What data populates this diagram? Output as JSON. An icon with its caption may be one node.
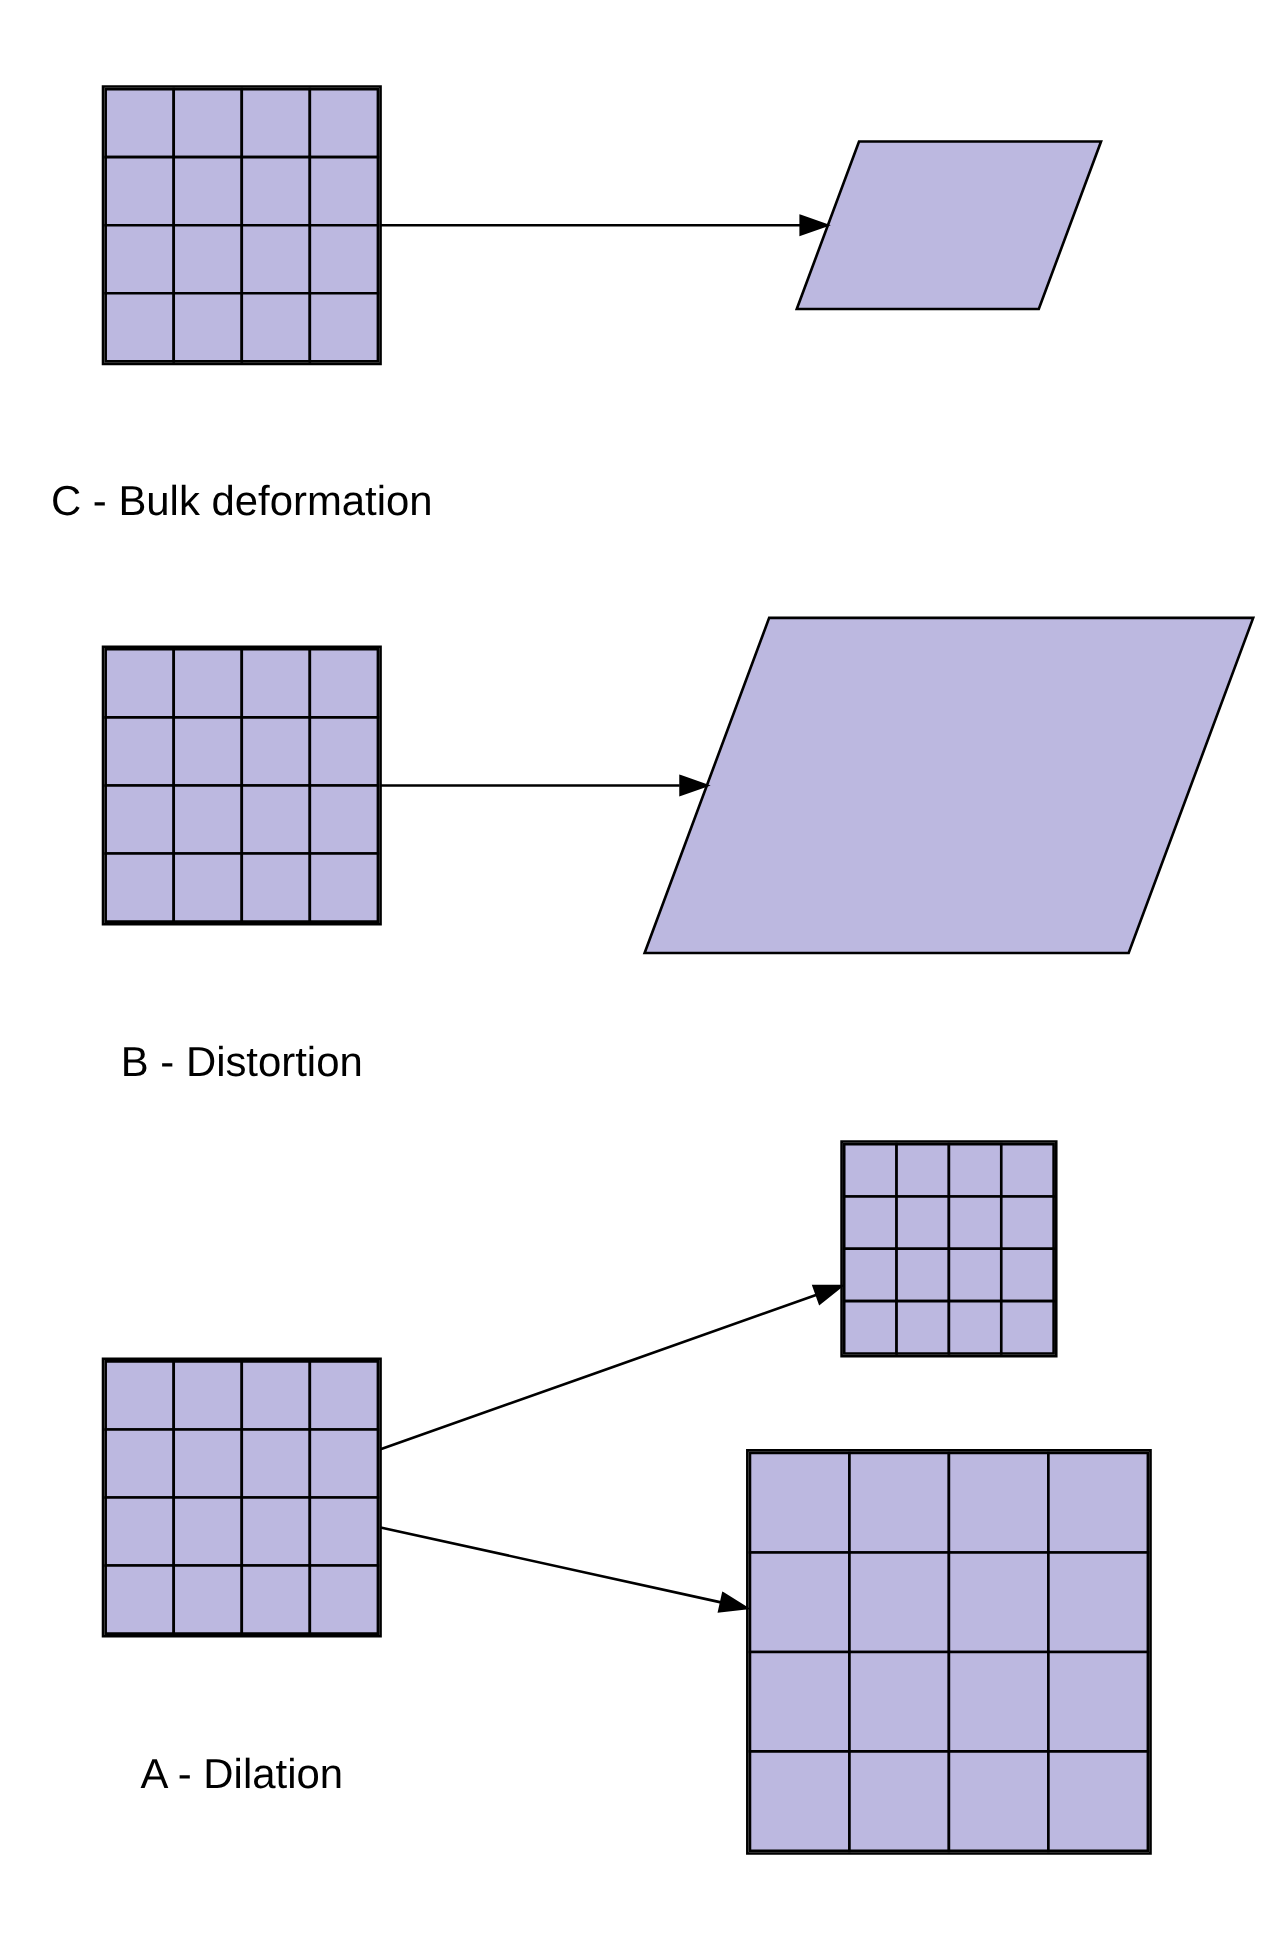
{
  "diagram": {
    "nodes": [
      {
        "text": [],
        "shape": "grid"
      },
      {
        "text": [],
        "shape": "grid"
      },
      {
        "text": [],
        "shape": "grid"
      },
      {
        "text": [],
        "shape": "grid"
      },
      {
        "text": [],
        "shape": "parallelogram"
      },
      {
        "text": [],
        "shape": "grid"
      },
      {
        "text": [],
        "shape": "parallelogram"
      }
    ],
    "edges": [
      {
        "from": 0,
        "to": 1,
        "arrow": "to"
      },
      {
        "from": 0,
        "to": 2,
        "arrow": "to"
      },
      {
        "from": 3,
        "to": 4,
        "arrow": "to"
      },
      {
        "from": 5,
        "to": 6,
        "arrow": "to"
      }
    ],
    "labels": [
      "A - Dilation",
      "B - Distortion",
      "C - Bulk deformation"
    ]
  }
}
